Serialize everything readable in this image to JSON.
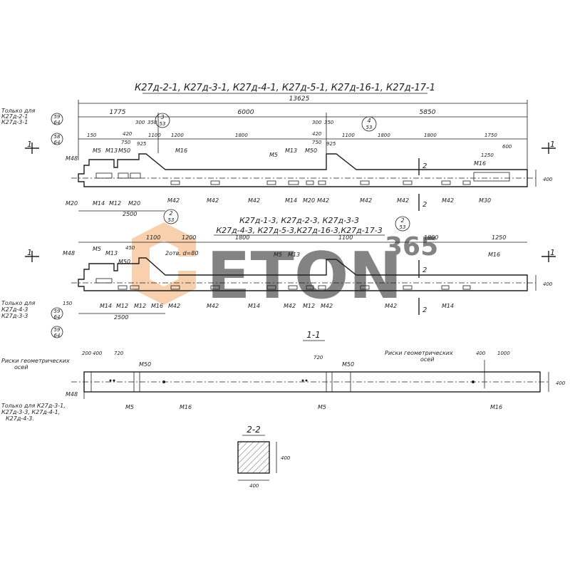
{
  "sheet": {
    "top_title": "К27д-2-1, К27д-3-1, К27д-4-1, К27д-5-1, К27д-16-1, К27д-17-1",
    "mid_title_1": "К27д-1-3, К27д-2-3, К27д-3-3",
    "mid_title_2": "К27д-4-3, К27д-5-3,К27д-16-3,К27д-17-3",
    "section_title": "1-1",
    "cut_title": "2-2"
  },
  "notes": {
    "top_left_1": "Только для",
    "top_left_2": "К27д-2-1",
    "top_left_3": "К27д-3-1",
    "mid_left_1": "Только для",
    "mid_left_2": "К27д-4-3",
    "mid_left_3": "К27д-3-3",
    "bot_left_1": "Только для К27д-3-1,",
    "bot_left_2": "К27д-3-3, К27д-4-1,",
    "bot_left_3": "К27д-4-3.",
    "axis_left_1": "Риски геометрических",
    "axis_left_2": "осей",
    "axis_right_1": "Риски геометрических",
    "axis_right_2": "осей",
    "cut_note": "2отв. d=80"
  },
  "circles": {
    "c59a": "59",
    "c64a": "64",
    "c58": "58",
    "c64b": "64",
    "ref3_top": "3",
    "ref3_bot": "53",
    "ref4_top": "4",
    "ref4_bot": "53",
    "ref2_top": "2",
    "ref2_bot": "53",
    "ref2b_top": "2",
    "ref2b_bot": "53",
    "c59b": "59",
    "c64c": "64",
    "c59c": "59",
    "c64d": "64"
  },
  "marks": {
    "m20": "М20",
    "m14": "М14",
    "m12": "М12",
    "m20b": "М20",
    "m42": "М42",
    "m42b": "М42",
    "m42c": "М42",
    "m14b": "М14",
    "m20c": "М20",
    "m42d": "М42",
    "m42e": "М42",
    "m42f": "М42",
    "m30": "М30",
    "m48": "М48",
    "m5": "М5",
    "m13": "М13",
    "m50": "М50",
    "m16": "М16",
    "m5b": "М5",
    "m13b": "М13",
    "m50b": "М50",
    "m16b": "М16",
    "m48b": "М48",
    "m5c": "М5",
    "m13c": "М13",
    "m50c": "М50",
    "m5d": "М5",
    "m13d": "М13",
    "m16c": "М16",
    "r2_m14": "М14",
    "r2_m12": "М12",
    "r2_m12b": "М12",
    "r2_m16": "М16",
    "r2_m42": "М42",
    "r2_m42b": "М42",
    "r2_m14c": "М14",
    "r2_m42c": "М42",
    "r2_m12c": "М12",
    "r2_m42d": "М42",
    "r2_m42e": "М42",
    "r2_m14d": "М14",
    "s_m48": "М48",
    "s_m5": "М5",
    "s_m50": "М50",
    "s_m16": "М16",
    "s_m5b": "М5",
    "s_m50b": "М50",
    "s_m16b": "М16"
  },
  "dims": {
    "d13625": "13625",
    "d1775": "1775",
    "d6000": "6000",
    "d5850": "5850",
    "d300": "300",
    "d350": "350",
    "d300b": "300",
    "d350b": "350",
    "d420": "420",
    "d750": "750",
    "d925": "925",
    "d1100": "1100",
    "d1200": "1200",
    "d420b": "420",
    "d750b": "750",
    "d925b": "925",
    "d1100b": "1100",
    "d1800": "1800",
    "d1800b": "1800",
    "d1800c": "1800",
    "d1750": "1750",
    "d600": "600",
    "d1250": "1250",
    "d150": "150",
    "d2500": "2500",
    "d400": "400",
    "d2500b": "2500",
    "r2_1100": "1100",
    "r2_1200": "1200",
    "r2_1800": "1800",
    "r2_1100b": "1100",
    "r2_1800b": "1800",
    "r2_1250": "1250",
    "r2_450": "450",
    "r2_400": "400",
    "r2_150": "150",
    "s_200": "200",
    "s_400": "400",
    "s_720": "720",
    "s_720b": "720",
    "s_400b": "400",
    "s_1000": "1000",
    "s_400c": "400",
    "c_400": "400",
    "c_400b": "400",
    "sec_2": "2",
    "sec_1": "1"
  },
  "watermark": {
    "text": "ETON",
    "number": "365"
  },
  "colors": {
    "ink": "#1e1e1e",
    "watermark": "#f2a96a",
    "watermark_gray": "#c9c9c9"
  }
}
